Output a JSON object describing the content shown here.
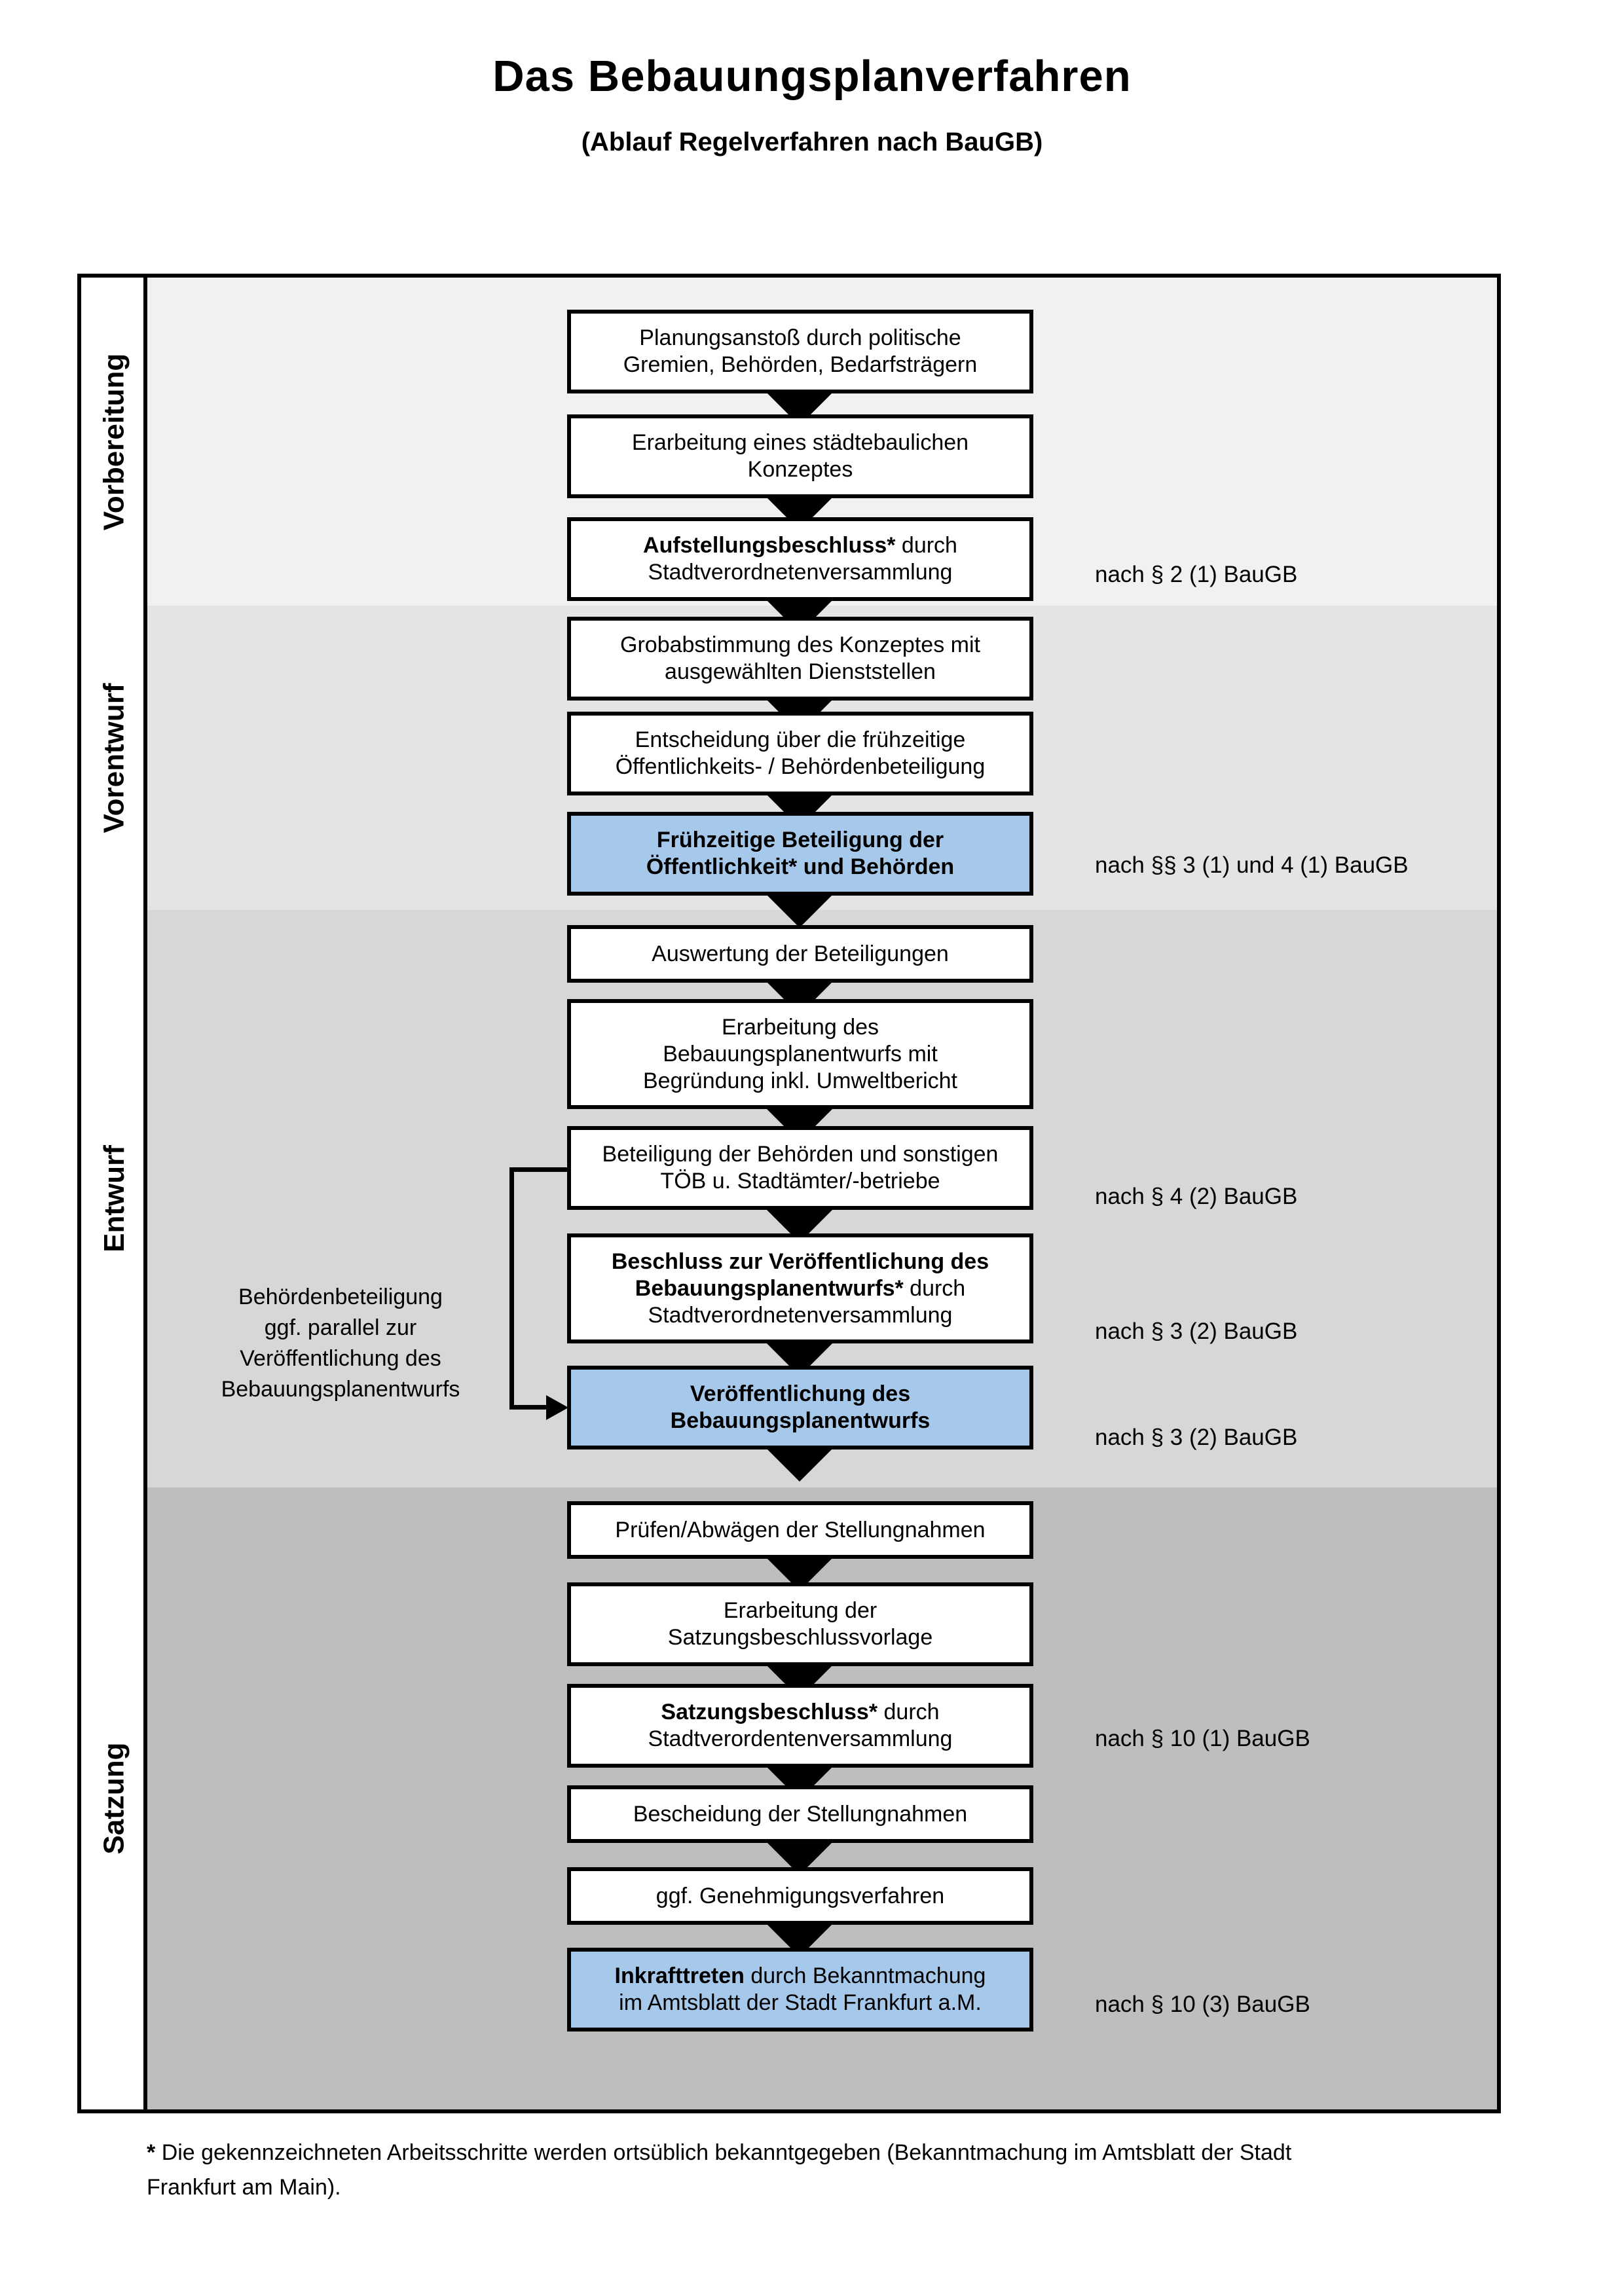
{
  "title": "Das Bebauungsplanverfahren",
  "subtitle": "(Ablauf Regelverfahren nach BauGB)",
  "colors": {
    "box_blue": "#a6c8ea",
    "phase1_bg": "#f1f1f1",
    "phase2_bg": "#e4e4e4",
    "phase3_bg": "#d7d7d7",
    "phase4_bg": "#bebebe",
    "line_black": "#000000"
  },
  "phases": [
    {
      "label": "Vorbereitung"
    },
    {
      "label": "Vorentwurf"
    },
    {
      "label": "Entwurf"
    },
    {
      "label": "Satzung"
    }
  ],
  "steps": [
    {
      "bold": "",
      "text": "Planungsanstoß durch politische Gremien, Behörden, Bedarfsträgern"
    },
    {
      "bold": "",
      "text": "Erarbeitung eines städtebaulichen Konzeptes"
    },
    {
      "bold": "Aufstellungsbeschluss* ",
      "text": "durch Stadtverordnetenversammlung"
    },
    {
      "bold": "",
      "text": "Grobabstimmung des Konzeptes mit ausgewählten Dienststellen"
    },
    {
      "bold": "",
      "text": "Entscheidung über die frühzeitige Öffentlichkeits- / Behördenbeteiligung"
    },
    {
      "bold": "Frühzeitige Beteiligung der Öffentlichkeit* und Behörden",
      "text": ""
    },
    {
      "bold": "",
      "text": "Auswertung der Beteiligungen"
    },
    {
      "bold": "",
      "text": "Erarbeitung des Bebauungsplanentwurfs mit Begründung inkl. Umweltbericht"
    },
    {
      "bold": "",
      "text": "Beteiligung der Behörden und sonstigen TÖB u. Stadtämter/-betriebe"
    },
    {
      "bold": "Beschluss zur Veröffentlichung des Bebauungsplanentwurfs* ",
      "text": "durch Stadtverordnetenversammlung"
    },
    {
      "bold": "Veröffentlichung des Bebauungsplanentwurfs",
      "text": ""
    },
    {
      "bold": "",
      "text": "Prüfen/Abwägen der Stellungnahmen"
    },
    {
      "bold": "",
      "text": "Erarbeitung der Satzungsbeschlussvorlage"
    },
    {
      "bold": "Satzungsbeschluss* ",
      "text": "durch Stadtverordentenversammlung"
    },
    {
      "bold": "",
      "text": "Bescheidung der Stellungnahmen"
    },
    {
      "bold": "",
      "text": "ggf. Genehmigungsverfahren"
    },
    {
      "bold": "Inkrafttreten ",
      "text": "durch Bekanntmachung im Amtsblatt der Stadt Frankfurt a.M."
    }
  ],
  "annotations": [
    "nach § 2 (1) BauGB",
    "nach §§ 3 (1) und 4 (1) BauGB",
    "nach § 4 (2) BauGB",
    "nach § 3 (2) BauGB",
    "nach § 3 (2) BauGB",
    "nach § 10 (1) BauGB",
    "nach § 10 (3) BauGB"
  ],
  "side_note": {
    "lines": [
      "Behördenbeteiligung",
      "ggf. parallel zur",
      "Veröffentlichung des",
      "Bebauungsplanentwurfs"
    ]
  },
  "footnote": {
    "marker": "*",
    "line1": "Die gekennzeichneten Arbeitsschritte werden ortsüblich bekanntgegeben (Bekanntmachung im Amtsblatt  der Stadt",
    "line2": "Frankfurt am Main)."
  }
}
